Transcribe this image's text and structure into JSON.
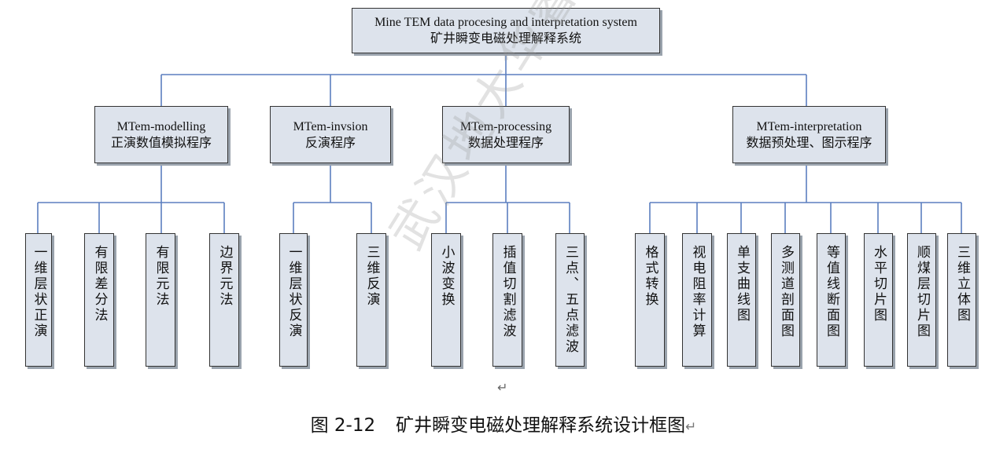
{
  "root": {
    "title_en": "Mine TEM data procesing and interpretation system",
    "title_zh": "矿井瞬变电磁处理解释系统"
  },
  "modules": [
    {
      "name_en": "MTem-modelling",
      "name_zh": "正演数值模拟程序",
      "children": [
        "一维层状正演",
        "有限差分法",
        "有限元法",
        "边界元法"
      ]
    },
    {
      "name_en": "MTem-invsion",
      "name_zh": "反演程序",
      "children": [
        "一维层状反演",
        "三维反演"
      ]
    },
    {
      "name_en": "MTem-processing",
      "name_zh": "数据处理程序",
      "children": [
        "小波变换",
        "插值切割滤波",
        "三点、五点滤波"
      ]
    },
    {
      "name_en": "MTem-interpretation",
      "name_zh": "数据预处理、图示程序",
      "children": [
        "格式转换",
        "视电阻率计算",
        "单支曲线图",
        "多测道剖面图",
        "等值线断面图",
        "水平切片图",
        "顺煤层切片图",
        "三维立体图"
      ]
    }
  ],
  "watermark": "武汉地大华睿",
  "return_mark": "↵",
  "caption": {
    "number": "图 2-12",
    "text": "矿井瞬变电磁处理解释系统设计框图",
    "return_mark": "↵"
  },
  "colors": {
    "box_fill": "#dde3ec",
    "box_border": "#333333",
    "connector": "#5b7fbf",
    "shadow": "#9aa3ad"
  }
}
